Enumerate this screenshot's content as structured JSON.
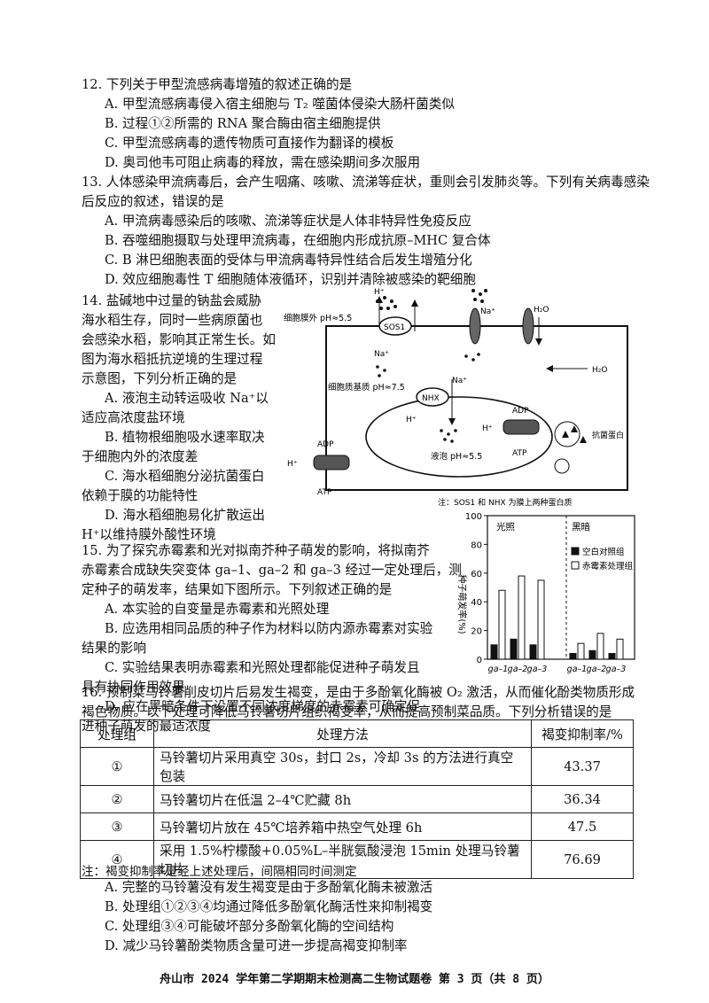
{
  "q12": {
    "stem": "12. 下列关于甲型流感病毒增殖的叙述正确的是",
    "a": "A. 甲型流感病毒侵入宿主细胞与 T₂ 噬菌体侵染大肠杆菌类似",
    "b": "B. 过程①②所需的 RNA 聚合酶由宿主细胞提供",
    "c": "C. 甲型流感病毒的遗传物质可直接作为翻译的模板",
    "d": "D. 奥司他韦可阻止病毒的释放，需在感染期间多次服用"
  },
  "q13": {
    "stem1": "13. 人体感染甲流病毒后，会产生咽痛、咳嗽、流涕等症状，重则会引发肺炎等。下列有关病毒感染",
    "stem2": "后反应的叙述，错误的是",
    "a": "A. 甲流病毒感染后的咳嗽、流涕等症状是人体非特异性免疫反应",
    "b": "B. 吞噬细胞摄取与处理甲流病毒，在细胞内形成抗原–MHC 复合体",
    "c": "C. B 淋巴细胞表面的受体与甲流病毒特异性结合后发生增殖分化",
    "d": "D. 效应细胞毒性 T 细胞随体液循环，识别并清除被感染的靶细胞"
  },
  "q14": {
    "l1": "14. 盐碱地中过量的钠盐会威胁",
    "l2": "海水稻生存，同时一些病原菌也",
    "l3": "会感染水稻，影响其正常生长。如",
    "l4": "图为海水稻抵抗逆境的生理过程",
    "l5": "示意图，下列分析正确的是",
    "a1": "A. 液泡主动转运吸收 Na⁺以",
    "a2": "适应高浓度盐环境",
    "b1": "B. 植物根细胞吸水速率取决",
    "b2": "于细胞内外的浓度差",
    "c1": "C. 海水稻细胞分泌抗菌蛋白",
    "c2": "依赖于膜的功能特性",
    "d1": "D. 海水稻细胞易化扩散运出",
    "d2": "H⁺以维持膜外酸性环境",
    "diagram": {
      "outside_ph": "细胞膜外 pH≈5.5",
      "cytosol_ph": "细胞质基质 pH≈7.5",
      "vacuole_ph": "液泡 pH≈5.5",
      "sos1": "SOS1",
      "nhx": "NHX",
      "na": "Na⁺",
      "h": "H⁺",
      "h2o": "H₂O",
      "adp": "ADP",
      "atp": "ATP",
      "antibacterial": "抗菌蛋白",
      "note": "注：SOS1 和 NHX 为膜上两种蛋白质"
    }
  },
  "q15": {
    "l1": "15. 为了探究赤霉素和光对拟南芥种子萌发的影响，将拟南芥",
    "l2": "赤霉素合成缺失突变体 ga–1、ga–2 和 ga–3 经过一定处理后，测",
    "l3": "定种子的萌发率，结果如下图所示。下列叙述正确的是",
    "a": "A. 本实验的自变量是赤霉素和光照处理",
    "b1": "B. 应选用相同品质的种子作为材料以防内源赤霉素对实验",
    "b2": "结果的影响",
    "c1": "C. 实验结果表明赤霉素和光照处理都能促进种子萌发且",
    "c2": "具有协同作用效果",
    "d1": "D. 应在黑暗条件下设置不同浓度梯度的赤霉素可确定促",
    "d2": "进种子萌发的最适浓度"
  },
  "chart_data": {
    "type": "bar",
    "ylabel": "种子萌发率(%)",
    "ylim": [
      0,
      100
    ],
    "yticks": [
      "0",
      "20",
      "40",
      "60",
      "80",
      "100"
    ],
    "panels": [
      "光照",
      "黑暗"
    ],
    "categories": [
      "ga–1",
      "ga–2",
      "ga–3",
      "ga–1",
      "ga–2",
      "ga–3"
    ],
    "series": [
      {
        "name": "空白对照组",
        "color": "#111111",
        "values": [
          10,
          14,
          10,
          4,
          6,
          4
        ]
      },
      {
        "name": "赤霉素处理组",
        "color": "#ffffff",
        "values": [
          48,
          58,
          55,
          11,
          18,
          14
        ]
      }
    ],
    "legend": "top-right"
  },
  "q16": {
    "l1": "16. 预制菜马铃薯削皮切片后易发生褐变，是由于多酚氧化酶被 O₂ 激活，从而催化酚类物质形成",
    "l2": "褐色物质。以下处理可降低马铃薯切片组织褐变率，从而提高预制菜品质。下列分析错误的是",
    "headers": [
      "处理组",
      "处理方法",
      "褐变抑制率/%"
    ],
    "rows": [
      [
        "①",
        "马铃薯切片采用真空 30s，封口 2s，冷却 3s 的方法进行真空包装",
        "43.37"
      ],
      [
        "②",
        "马铃薯切片在低温 2–4℃贮藏 8h",
        "36.34"
      ],
      [
        "③",
        "马铃薯切片放在 45℃培养箱中热空气处理 6h",
        "47.5"
      ],
      [
        "④",
        "采用 1.5%柠檬酸+0.05%L–半胱氨酸浸泡 15min 处理马铃薯切片",
        "76.69"
      ]
    ],
    "note": "注：褐变抑制率是经上述处理后，间隔相同时间测定",
    "a": "A. 完整的马铃薯没有发生褐变是由于多酚氧化酶未被激活",
    "b": "B. 处理组①②③④均通过降低多酚氧化酶活性来抑制褐变",
    "c": "C. 处理组③④可能破坏部分多酚氧化酶的空间结构",
    "d": "D. 减少马铃薯酚类物质含量可进一步提高褐变抑制率"
  },
  "footer": "舟山市 2024 学年第二学期期末检测高二生物试题卷 第 3 页（共 8 页）"
}
